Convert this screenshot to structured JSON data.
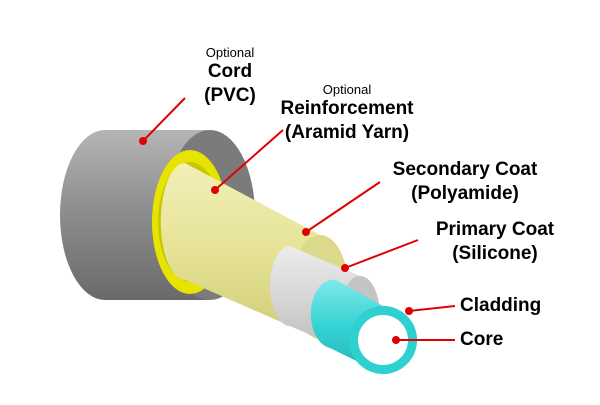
{
  "diagram": {
    "layers": [
      {
        "key": "cord",
        "optional_note": "Optional",
        "name": "Cord",
        "material": "(PVC)"
      },
      {
        "key": "reinforcement",
        "optional_note": "Optional",
        "name": "Reinforcement",
        "material": "(Aramid Yarn)"
      },
      {
        "key": "secondary",
        "name": "Secondary Coat",
        "material": "(Polyamide)"
      },
      {
        "key": "primary",
        "name": "Primary Coat",
        "material": "(Silicone)"
      },
      {
        "key": "cladding",
        "name": "Cladding"
      },
      {
        "key": "core",
        "name": "Core"
      }
    ],
    "colors": {
      "cord": "#8c8c8c",
      "reinforcement": "#e8e600",
      "secondary": "#e9e69c",
      "primary": "#d3d3d3",
      "cladding": "#2fd0d0",
      "core": "#ffffff",
      "leader_line": "#e00000"
    }
  }
}
